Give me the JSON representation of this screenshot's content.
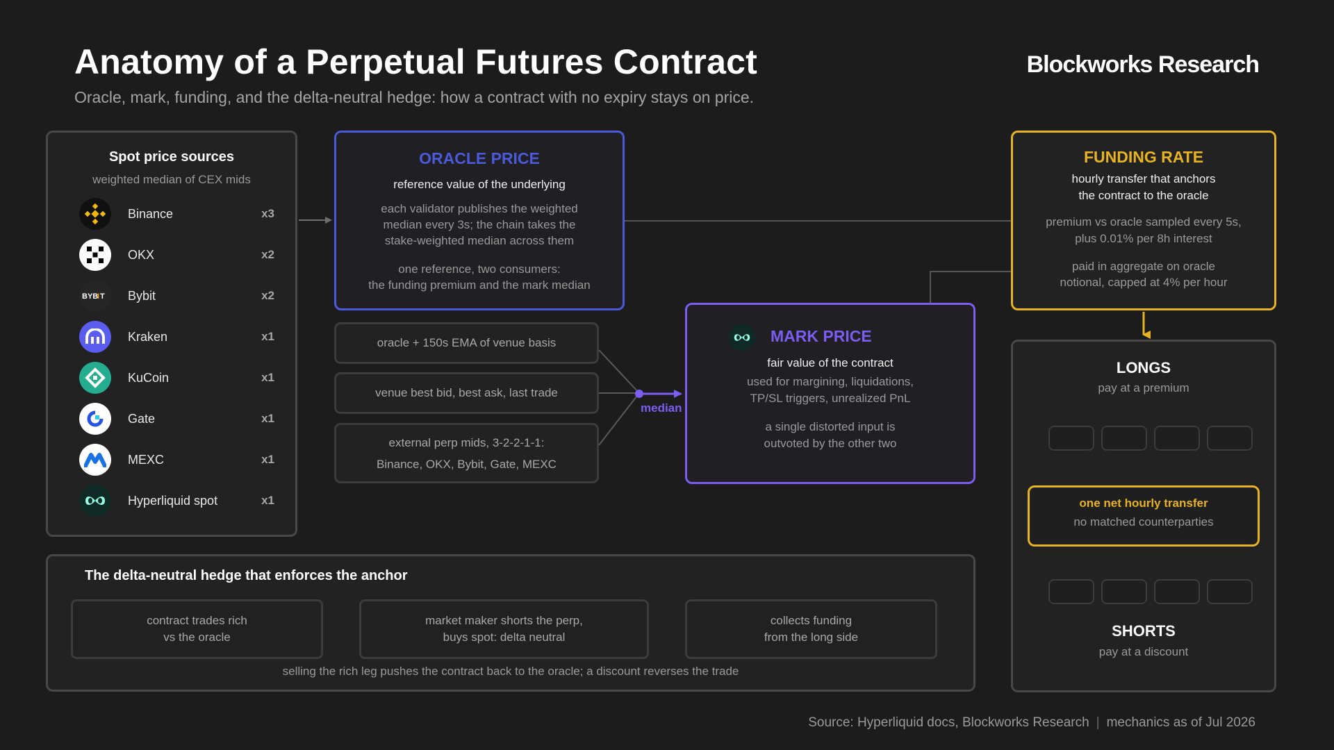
{
  "header": {
    "title": "Anatomy of a Perpetual Futures Contract",
    "subtitle": "Oracle, mark, funding, and the delta-neutral hedge: how a contract with no expiry stays on price.",
    "brand": "Blockworks Research"
  },
  "spot": {
    "title": "Spot price sources",
    "subtitle": "weighted median of CEX mids",
    "sources": [
      {
        "name": "Binance",
        "weight": "x3",
        "icon": "binance-icon",
        "color": "#f0b90b"
      },
      {
        "name": "OKX",
        "weight": "x2",
        "icon": "okx-icon",
        "color": "#ffffff"
      },
      {
        "name": "Bybit",
        "weight": "x2",
        "icon": "bybit-icon",
        "color": "#222222"
      },
      {
        "name": "Kraken",
        "weight": "x1",
        "icon": "kraken-icon",
        "color": "#5a5df0"
      },
      {
        "name": "KuCoin",
        "weight": "x1",
        "icon": "kucoin-icon",
        "color": "#24ae8f"
      },
      {
        "name": "Gate",
        "weight": "x1",
        "icon": "gate-icon",
        "color": "#2354e6"
      },
      {
        "name": "MEXC",
        "weight": "x1",
        "icon": "mexc-icon",
        "color": "#1972e2"
      },
      {
        "name": "Hyperliquid spot",
        "weight": "x1",
        "icon": "hyperliquid-icon",
        "color": "#97fce4"
      }
    ]
  },
  "oracle": {
    "title": "ORACLE PRICE",
    "lead": "reference value of the underlying",
    "desc1": "each validator publishes the weighted",
    "desc2": "median every 3s; the chain takes the",
    "desc3": "stake-weighted median across them",
    "note1": "one reference, two consumers:",
    "note2": "the funding premium and the mark median",
    "color": "#4b5ad8"
  },
  "inputs": {
    "first": "oracle + 150s EMA of venue basis",
    "second": "venue best bid, best ask, last trade",
    "third1": "external perp mids, 3-2-2-1-1:",
    "third2": "Binance, OKX, Bybit, Gate, MEXC",
    "median_label": "median"
  },
  "mark": {
    "title": "MARK PRICE",
    "lead": "fair value of the contract",
    "desc1": "used for margining, liquidations,",
    "desc2": "TP/SL triggers, unrealized PnL",
    "note1": "a single distorted input is",
    "note2": "outvoted by the other two",
    "color": "#7a5ef0"
  },
  "funding": {
    "title": "FUNDING RATE",
    "lead1": "hourly transfer that anchors",
    "lead2": "the contract to the oracle",
    "desc1": "premium vs oracle sampled every 5s,",
    "desc2": "plus 0.01% per 8h interest",
    "note1": "paid in aggregate on oracle",
    "note2": "notional, capped at 4% per hour",
    "color": "#e7b324"
  },
  "sides": {
    "longs": "LONGS",
    "longs_sub": "pay at a premium",
    "net_title": "one net hourly transfer",
    "net_sub": "no matched counterparties",
    "shorts": "SHORTS",
    "shorts_sub": "pay at a discount"
  },
  "hedge": {
    "title": "The delta-neutral hedge that enforces the anchor",
    "step1a": "contract trades rich",
    "step1b": "vs the oracle",
    "step2a": "market maker shorts the perp,",
    "step2b": "buys spot: delta neutral",
    "step3a": "collects funding",
    "step3b": "from the long side",
    "note": "selling the rich leg pushes the contract back to the oracle; a discount reverses the trade"
  },
  "footer": {
    "source": "Source: Hyperliquid docs, Blockworks Research",
    "asof": "mechanics as of Jul 2026"
  }
}
